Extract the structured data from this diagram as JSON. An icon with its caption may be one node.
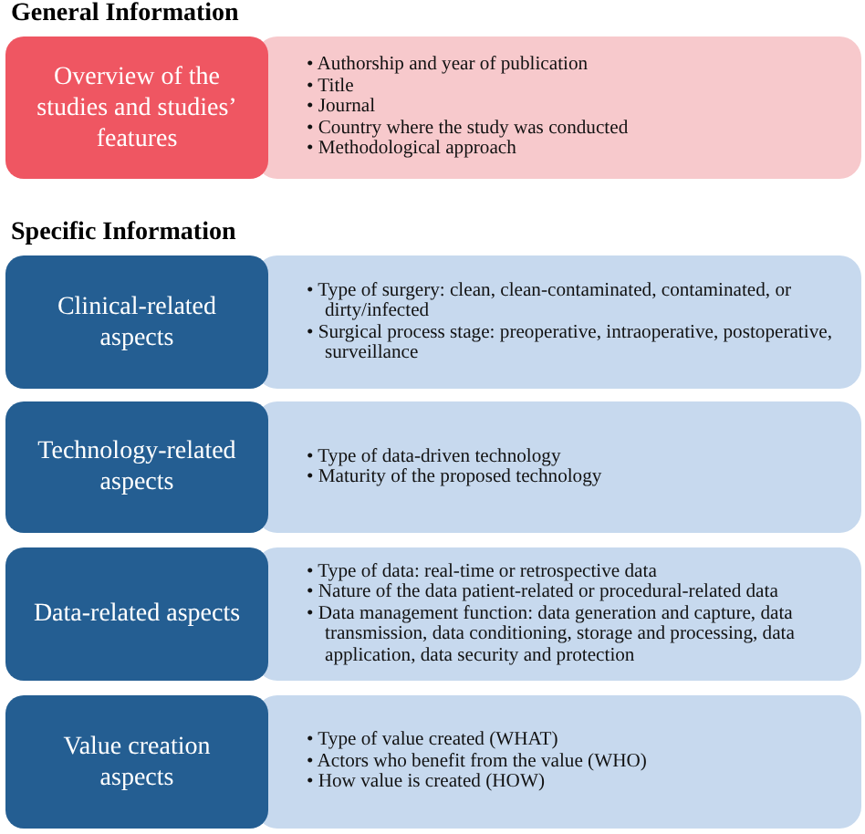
{
  "diagram": {
    "nodes": [
      {
        "text": [
          "Overview of the studies and studies’ features"
        ]
      },
      {
        "text": [
          "• Authorship and year of publication",
          "• Title",
          "• Journal",
          "• Country where the study was conducted",
          "• Methodological approach"
        ]
      },
      {
        "text": [
          "Clinical-related aspects"
        ]
      },
      {
        "text": [
          "• Type of surgery: clean, clean-contaminated, contaminated, or dirty/infected",
          "• Surgical process stage: preoperative, intraoperative, postoperative, surveillance"
        ]
      },
      {
        "text": [
          "Technology-related aspects"
        ]
      },
      {
        "text": [
          "• Type of data-driven technology",
          "• Maturity of the proposed technology"
        ]
      },
      {
        "text": [
          "Data-related aspects"
        ]
      },
      {
        "text": [
          "• Type of data: real-time or retrospective data",
          "• Nature of the data patient-related or procedural-related data",
          "• Data management function: data generation and capture, data transmission, data conditioning, storage and processing, data application, data security and protection"
        ]
      },
      {
        "text": [
          "Value creation aspects"
        ]
      },
      {
        "text": [
          "• Type of value created (WHAT)",
          "• Actors who benefit from the value (WHO)",
          "• How value is created (HOW)"
        ]
      }
    ],
    "labels": [
      "General Information",
      "Specific Information"
    ]
  }
}
